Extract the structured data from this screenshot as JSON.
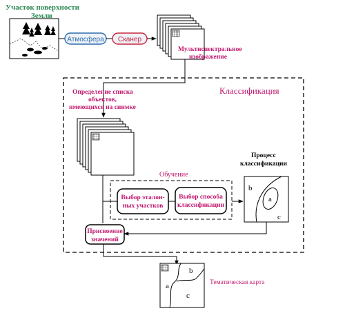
{
  "colors": {
    "green_label": "#2e8b57",
    "magenta": "#c0186e",
    "pill_blue": "#2b6cb0",
    "pill_red": "#c8243c",
    "pill_fill": "#eef2f6",
    "line": "#000000"
  },
  "source": {
    "title_line1": "Участок поверхности",
    "title_line2": "Земли",
    "icons": [
      "tree-icon",
      "shrub-icon"
    ]
  },
  "pills": {
    "atmosphere": "Атмосфера",
    "scanner": "Сканер"
  },
  "multispectral": {
    "line1": "Мультиспектральное",
    "line2": "изображение"
  },
  "classification_block": {
    "title": "Классификация",
    "object_list": {
      "line1": "Определение списка",
      "line2": "объектов,",
      "line3": "имеющихся на снимке"
    },
    "training": {
      "title": "Обучение",
      "sample_selection": {
        "line1": "Выбор эталон-",
        "line2": "ных участков"
      },
      "method_selection": {
        "line1": "Выбор способа",
        "line2": "классификации"
      }
    },
    "process": {
      "line1": "Процесс",
      "line2": "классификации",
      "region_labels": [
        "b",
        "a",
        "c"
      ]
    },
    "assignment": {
      "line1": "Присвоение",
      "line2": "значений"
    }
  },
  "thematic_map": {
    "label": "Тематическая карта",
    "region_labels": [
      "a",
      "b",
      "c"
    ]
  }
}
